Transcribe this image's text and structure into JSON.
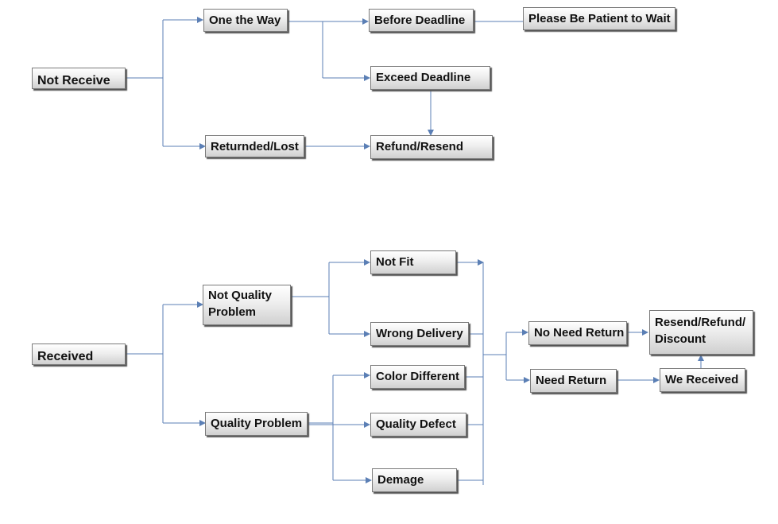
{
  "sections": {
    "not_receive": {
      "root": "Not Receive",
      "on_the_way": "One the Way",
      "before_deadline": "Before Deadline",
      "please_wait": "Please Be Patient to Wait",
      "exceed_deadline": "Exceed Deadline",
      "returned_lost": "Returnded/Lost",
      "refund_resend": "Refund/Resend"
    },
    "received": {
      "root": "Received",
      "not_quality_problem": "Not Quality Problem",
      "quality_problem": "Quality Problem",
      "not_fit": "Not Fit",
      "wrong_delivery": "Wrong Delivery",
      "color_different": "Color Different",
      "quality_defect": "Quality Defect",
      "demage": "Demage",
      "no_need_return": "No Need Return",
      "need_return": "Need Return",
      "resend_refund_discount": "Resend/Refund/ Discount",
      "we_received": "We Received"
    }
  },
  "colors": {
    "connector": "#5b7fb5",
    "box_border": "#7a7a7a",
    "box_shadow": "#555555"
  }
}
